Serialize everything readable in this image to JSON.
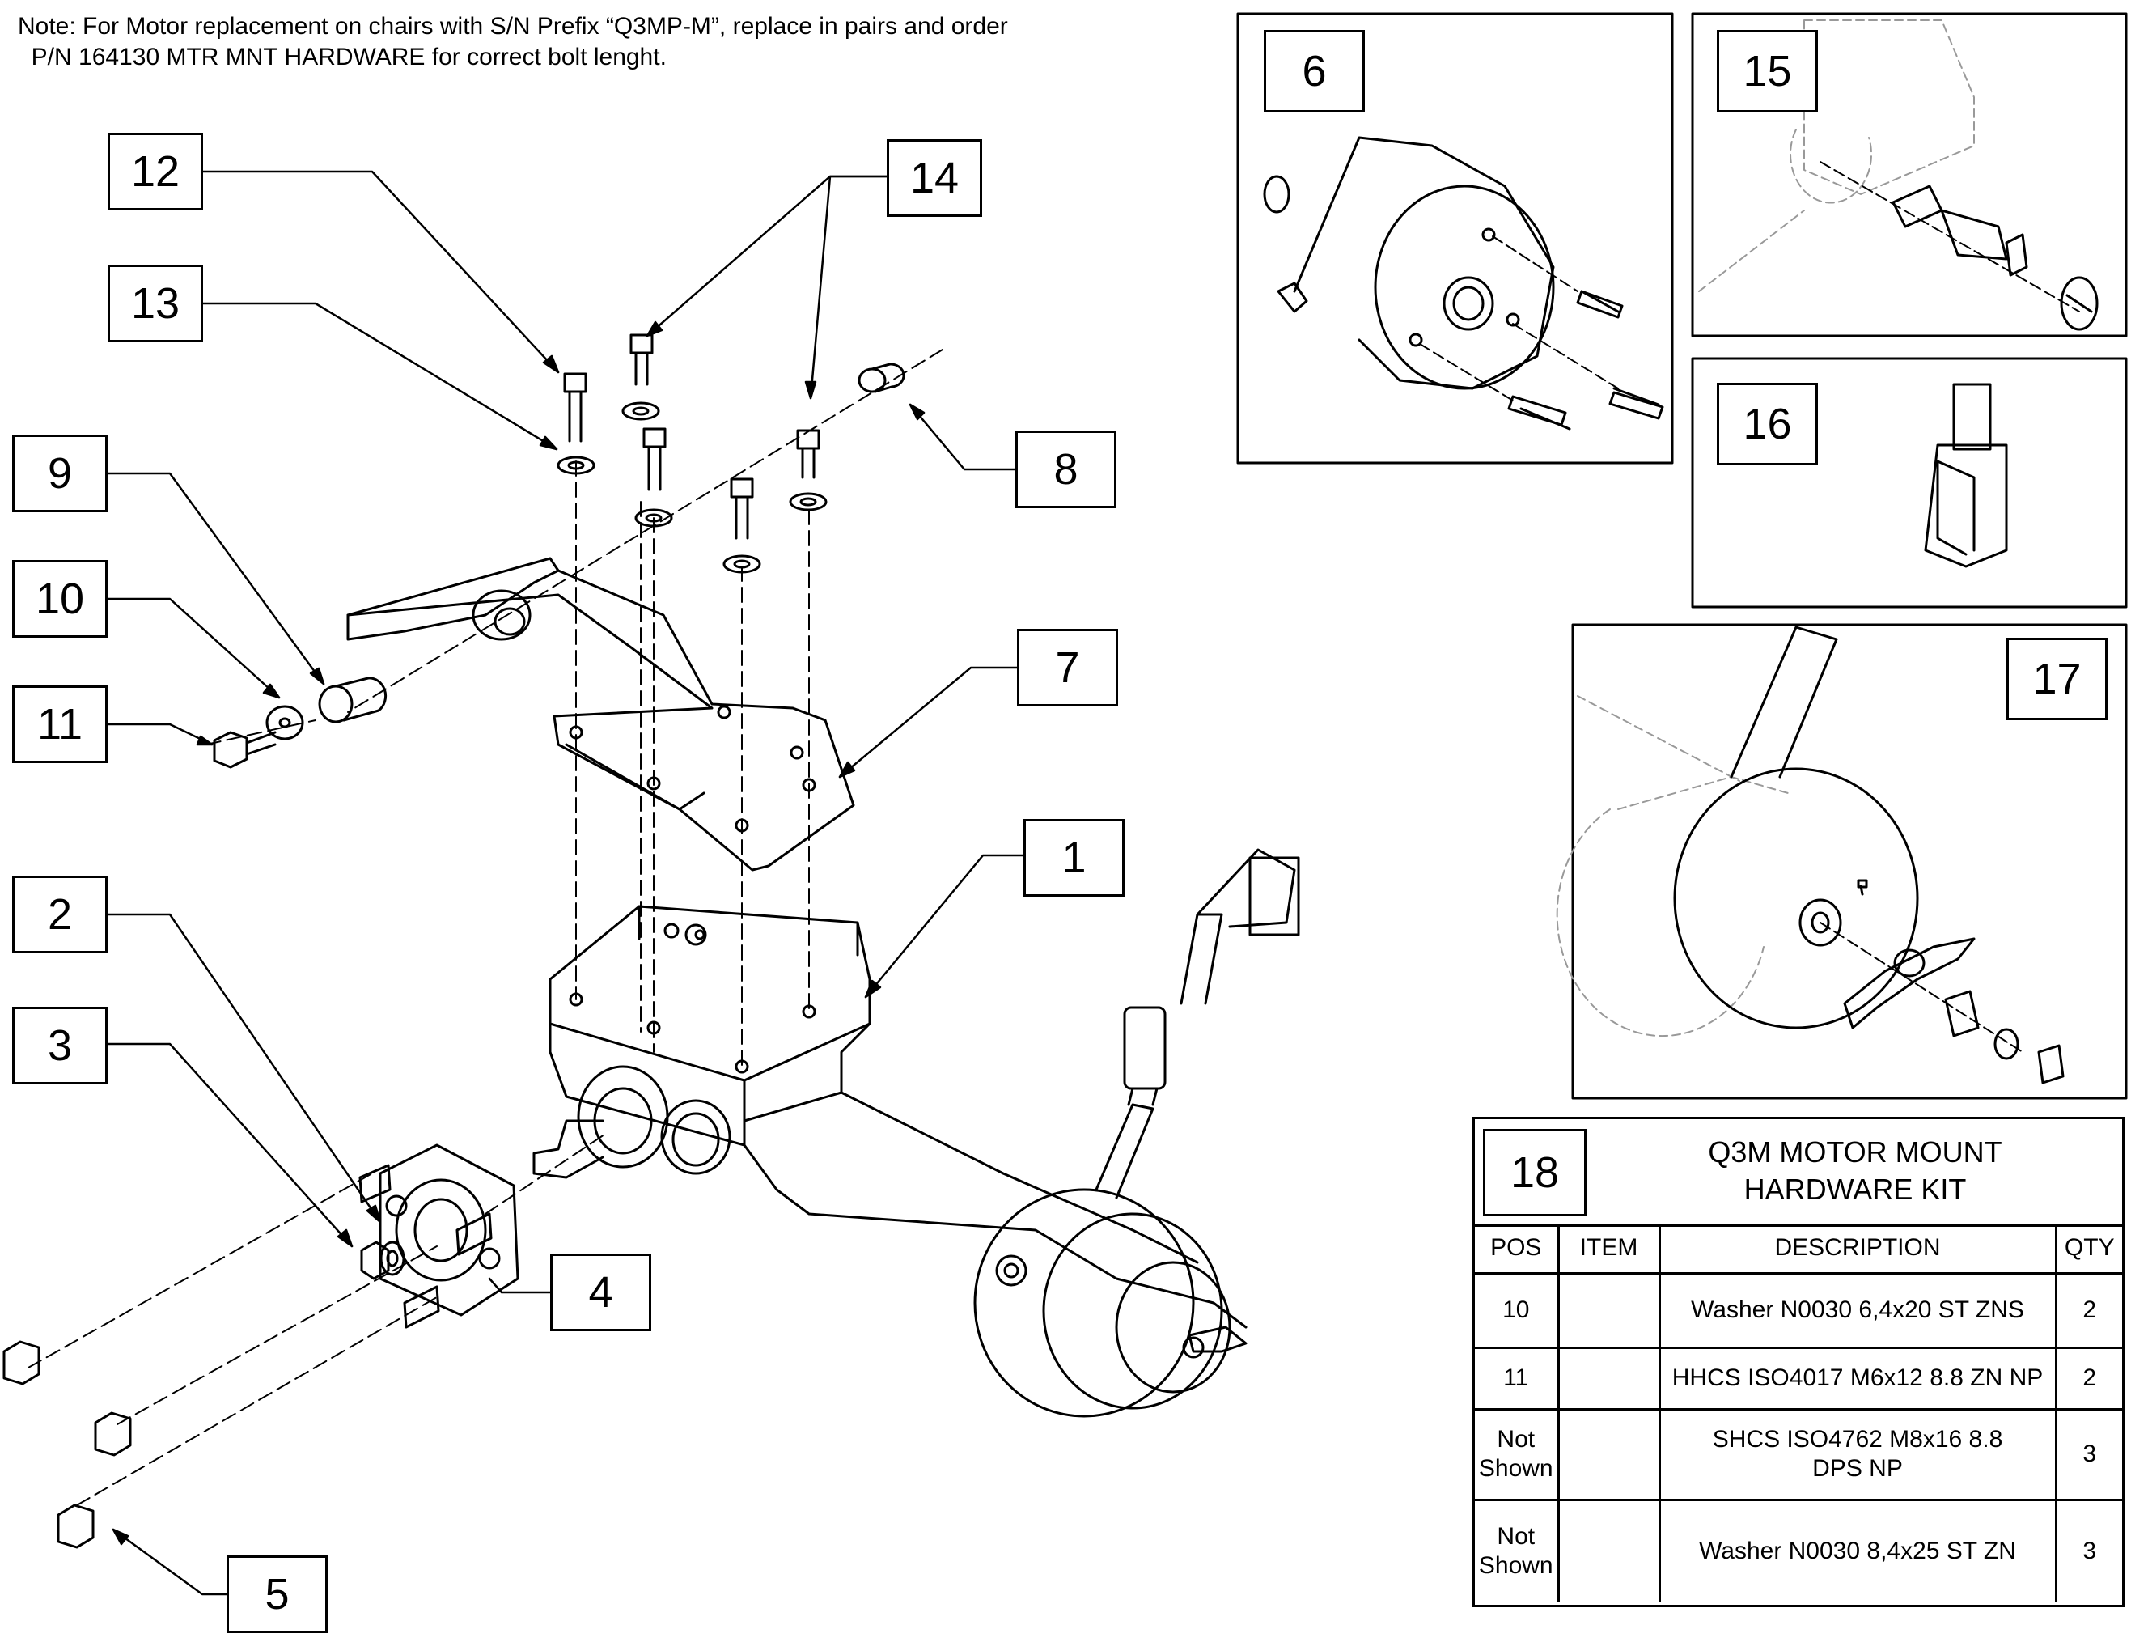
{
  "note": {
    "line1": "Note: For Motor replacement on chairs with S/N Prefix “Q3MP-M”, replace in pairs and order",
    "line2": "  P/N 164130 MTR MNT HARDWARE for correct bolt lenght."
  },
  "callouts": {
    "c1": "1",
    "c2": "2",
    "c3": "3",
    "c4": "4",
    "c5": "5",
    "c7": "7",
    "c8": "8",
    "c9": "9",
    "c10": "10",
    "c11": "11",
    "c12": "12",
    "c13": "13",
    "c14": "14"
  },
  "details": {
    "d6": "6",
    "d15": "15",
    "d16": "16",
    "d17": "17"
  },
  "kit": {
    "number": "18",
    "title_line1": "Q3M MOTOR MOUNT",
    "title_line2": "HARDWARE KIT",
    "headers": {
      "pos": "POS",
      "item": "ITEM",
      "description": "DESCRIPTION",
      "qty": "QTY"
    },
    "rows": [
      {
        "pos1": "10",
        "pos2": "",
        "icon": "washer-icon",
        "desc1": "Washer N0030 6,4x20 ST ZNS",
        "desc2": "",
        "qty": "2"
      },
      {
        "pos1": "11",
        "pos2": "",
        "icon": "hex-bolt-icon",
        "desc1": "HHCS ISO4017 M6x12 8.8 ZN NP",
        "desc2": "",
        "qty": "2"
      },
      {
        "pos1": "Not",
        "pos2": "Shown",
        "icon": "socket-head-screw-icon",
        "desc1": "SHCS ISO4762 M8x16 8.8",
        "desc2": "DPS NP",
        "qty": "3"
      },
      {
        "pos1": "Not",
        "pos2": "Shown",
        "icon": "large-washer-icon",
        "desc1": "Washer N0030 8,4x25 ST ZN",
        "desc2": "",
        "qty": "3"
      }
    ]
  }
}
